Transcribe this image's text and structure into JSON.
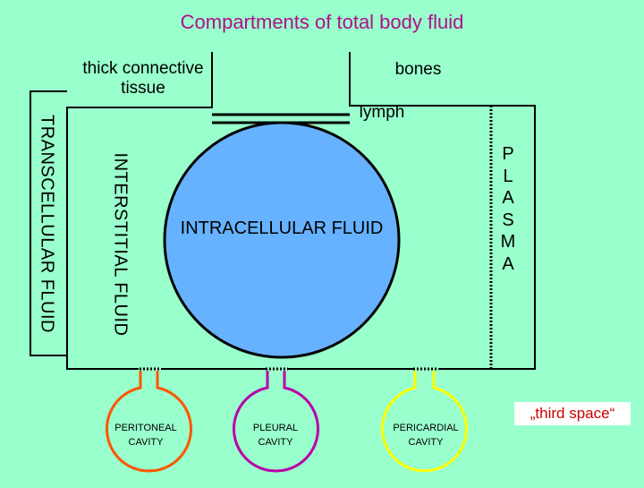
{
  "title": "Compartments of total body fluid",
  "labels": {
    "connective_tissue": "thick connective tissue",
    "bones": "bones",
    "lymph": "lymph",
    "transcellular": "TRANSCELLULAR FLUID",
    "interstitial": "INTERSTITIAL FLUID",
    "plasma": "P L A S M A",
    "intracellular": "INTRACELLULAR FLUID",
    "third_space": "„third space“"
  },
  "cavities": [
    {
      "label": "PERITONEAL CAVITY",
      "color": "#ff5500"
    },
    {
      "label": "PLEURAL CAVITY",
      "color": "#bb00aa"
    },
    {
      "label": "PERICARDIAL CAVITY",
      "color": "#ffff00"
    }
  ],
  "colors": {
    "background": "#99ffcc",
    "intracellular_fill": "#66b2ff",
    "title": "#b0108a",
    "third_space_text": "#cc0000"
  }
}
